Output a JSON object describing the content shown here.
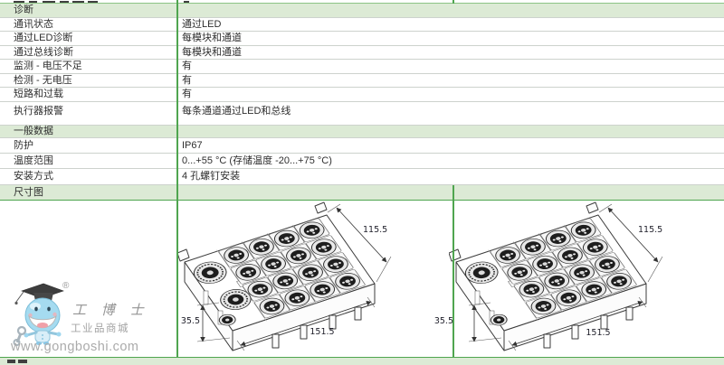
{
  "table": {
    "sections": [
      {
        "header": "诊断",
        "rows": [
          {
            "label": "通讯状态",
            "value": "通过LED"
          },
          {
            "label": "通过LED诊断",
            "value": "每模块和通道"
          },
          {
            "label": "通过总线诊断",
            "value": "每模块和通道"
          },
          {
            "label": "监测 - 电压不足",
            "value": "有"
          },
          {
            "label": "检测 - 无电压",
            "value": "有"
          },
          {
            "label": "短路和过载",
            "value": "有"
          },
          {
            "label": "执行器报警",
            "value": "每条通道通过LED和总线"
          }
        ]
      },
      {
        "header": "一般数据",
        "rows": [
          {
            "label": "防护",
            "value": "IP67"
          },
          {
            "label": "温度范围",
            "value": "0...+55 °C (存储温度 -20...+75 °C)"
          },
          {
            "label": "安装方式",
            "value": "4 孔螺钉安装"
          }
        ]
      },
      {
        "header": "尺寸图",
        "rows": []
      }
    ]
  },
  "dimensions": {
    "length_mm": "151.5",
    "depth_mm": "115.5",
    "height_mm": "35.5"
  },
  "watermark": {
    "registered": "®",
    "brand": "工 博 士",
    "tagline": "工业品商城",
    "url": "www.gongboshi.com"
  },
  "colors": {
    "section_header_bg": "#dcead5",
    "grid_green": "#4fa54f",
    "row_border": "#cdd2cd",
    "text": "#2e2e2e",
    "watermark_text": "#ababab",
    "mascot_blue": "#a5dbf0"
  }
}
